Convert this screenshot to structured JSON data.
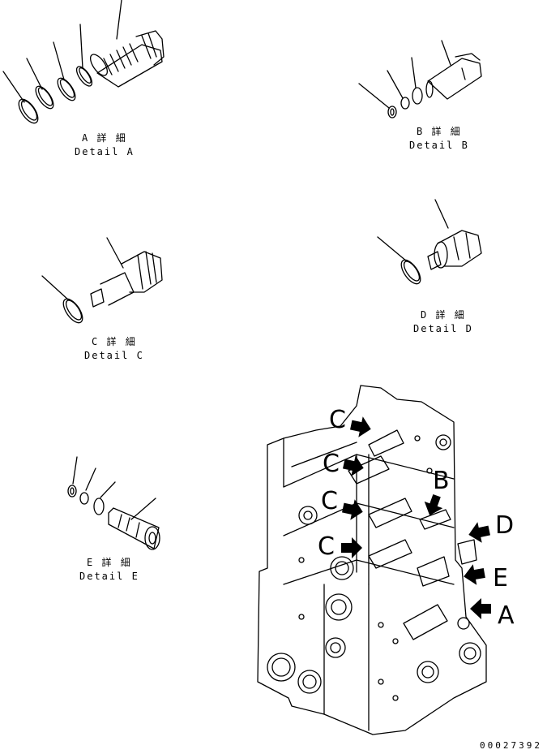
{
  "details": [
    {
      "id": "A",
      "jp": "A 詳 細",
      "en": "Detail A"
    },
    {
      "id": "B",
      "jp": "B 詳 細",
      "en": "Detail B"
    },
    {
      "id": "C",
      "jp": "C 詳 細",
      "en": "Detail C"
    },
    {
      "id": "D",
      "jp": "D 詳 細",
      "en": "Detail D"
    },
    {
      "id": "E",
      "jp": "E 詳 細",
      "en": "Detail E"
    }
  ],
  "callouts": {
    "c1": "C",
    "c2": "C",
    "c3": "C",
    "c4": "C",
    "b": "B",
    "d": "D",
    "e": "E",
    "a": "A"
  },
  "part_number": "00027392"
}
